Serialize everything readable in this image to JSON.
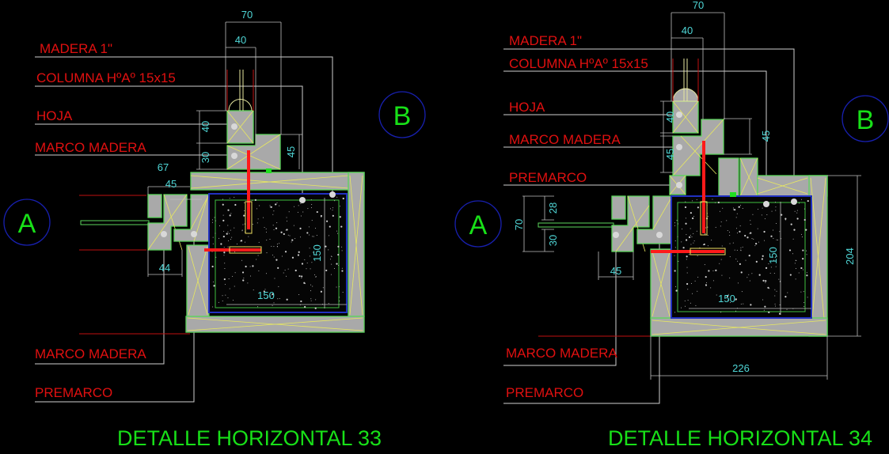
{
  "details": [
    {
      "title": "DETALLE HORIZONTAL 33",
      "labels": [
        "MADERA 1\"",
        "COLUMNA HºAº 15x15",
        "HOJA",
        "MARCO MADERA",
        "MARCO MADERA",
        "PREMARCO"
      ],
      "dimensions": [
        "70",
        "40",
        "40",
        "30",
        "45",
        "67",
        "45",
        "44",
        "150",
        "150"
      ],
      "tags": [
        "A",
        "B"
      ]
    },
    {
      "title": "DETALLE HORIZONTAL 34",
      "labels": [
        "MADERA 1\"",
        "COLUMNA HºAº 15x15",
        "HOJA",
        "MARCO MADERA",
        "PREMARCO",
        "MARCO MADERA",
        "PREMARCO"
      ],
      "dimensions": [
        "70",
        "40",
        "40",
        "45",
        "45",
        "70",
        "28",
        "30",
        "45",
        "150",
        "150",
        "204",
        "226"
      ],
      "tags": [
        "A",
        "B"
      ]
    }
  ],
  "colors": {
    "background": "#000000",
    "labels": "#e01010",
    "titles": "#18e018",
    "dimensions": "#4fd6d6",
    "wood": "#a9a9a9",
    "concrete_outline": "#2030c0"
  }
}
